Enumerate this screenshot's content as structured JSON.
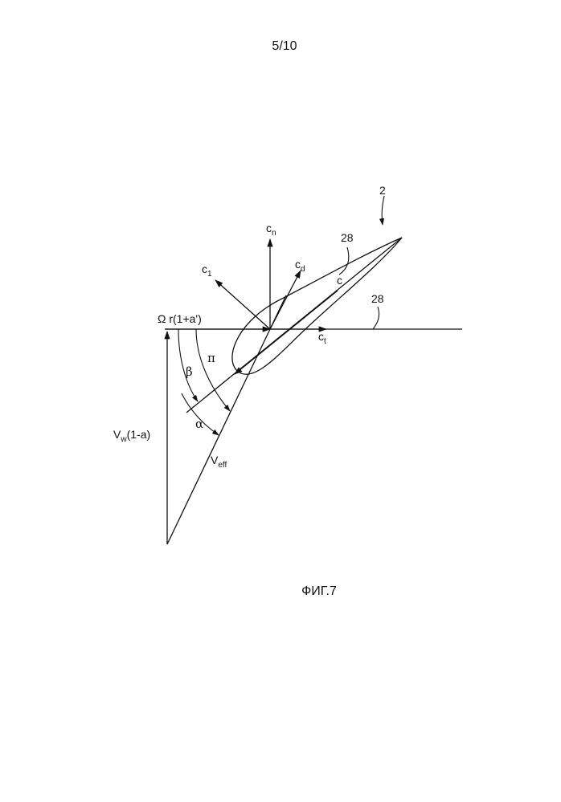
{
  "page_number": "5/10",
  "figure_caption": "ФИГ.7",
  "labels": {
    "ref_2": "2",
    "ref_28_blade": "28",
    "ref_28_plane": "28",
    "c": "c",
    "c_n": {
      "base": "c",
      "sub": "n"
    },
    "c_1": {
      "base": "c",
      "sub": "1"
    },
    "c_d": {
      "base": "c",
      "sub": "d"
    },
    "c_t": {
      "base": "c",
      "sub": "t"
    },
    "omega_r": "Ω r(1+a')",
    "pi": "π",
    "beta": "β",
    "alpha": "α",
    "v_w": {
      "base": "V",
      "sub": "w",
      "tail": "(1-a)"
    },
    "v_eff": {
      "base": "V",
      "sub": "eff"
    }
  }
}
